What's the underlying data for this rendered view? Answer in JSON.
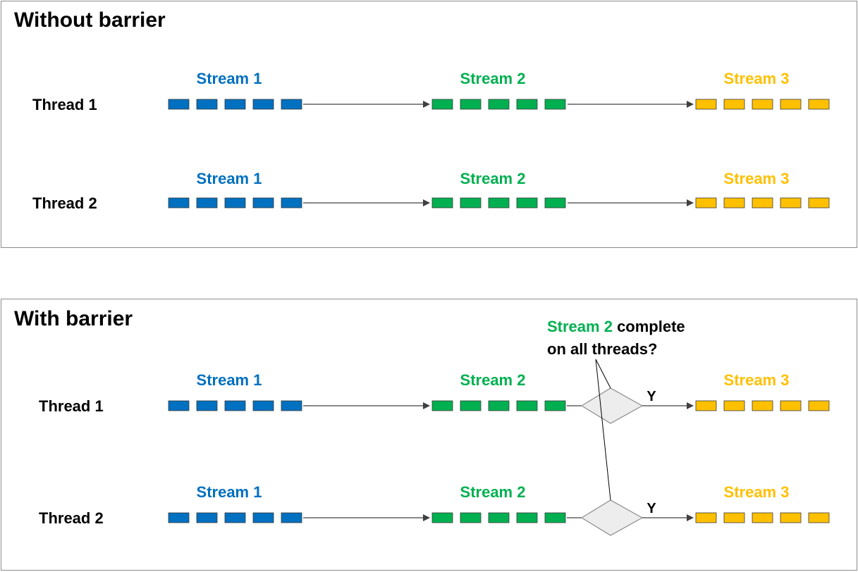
{
  "panels": {
    "without": {
      "title": "Without barrier"
    },
    "with": {
      "title": "With barrier"
    }
  },
  "threads": {
    "t1": "Thread 1",
    "t2": "Thread 2"
  },
  "streams": {
    "s1": "Stream 1",
    "s2": "Stream 2",
    "s3": "Stream 3"
  },
  "barrier": {
    "question_highlight": "Stream 2",
    "question_rest": " complete",
    "question_line2": "on all threads?",
    "yes_label": "Y"
  },
  "colors": {
    "stream1": "#0070c0",
    "stream1_fill": "#0070c0",
    "stream2": "#00b050",
    "stream2_fill": "#00b050",
    "stream3": "#ffc000",
    "stream3_fill": "#ffc000",
    "arrow": "#404040",
    "diamond_fill": "#ededed",
    "diamond_stroke": "#8c8c8c"
  }
}
